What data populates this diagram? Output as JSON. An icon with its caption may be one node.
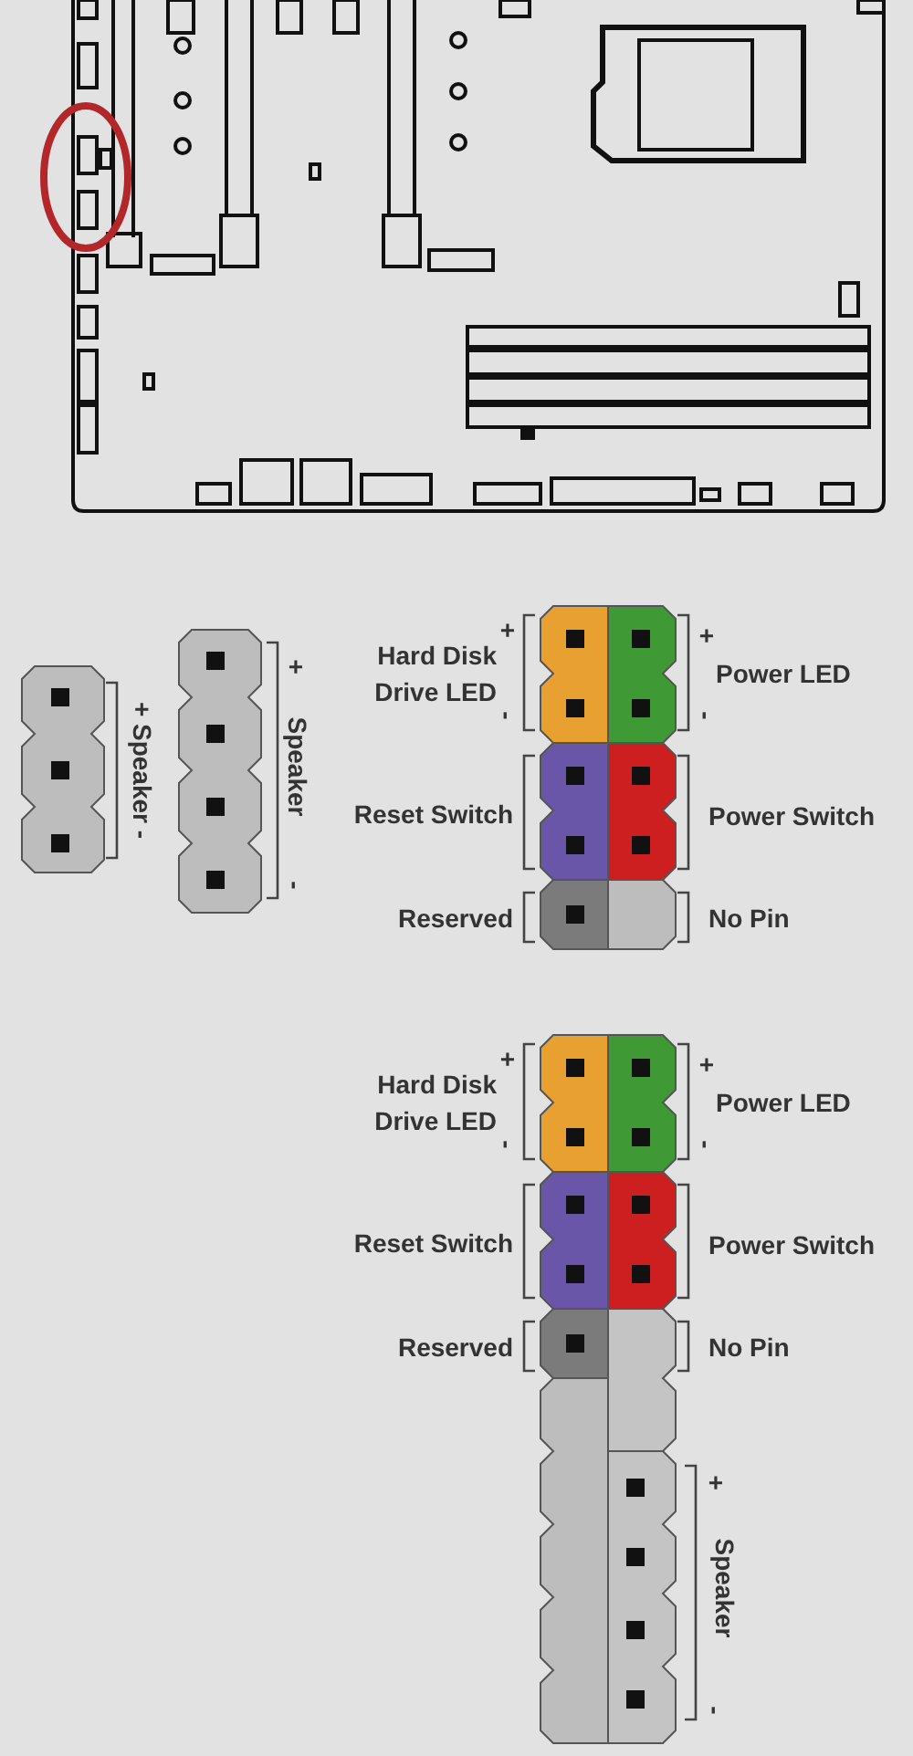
{
  "diagram": {
    "labels": [
      "+ Speaker -",
      "+",
      "Speaker",
      "-",
      "Hard Disk Drive LED",
      "+",
      "-",
      "Power LED",
      "+",
      "-",
      "Reset Switch",
      "Power Switch",
      "Reserved",
      "No Pin",
      "Hard Disk Drive LED",
      "+",
      "-",
      "Power LED",
      "+",
      "-",
      "Reset Switch",
      "Power Switch",
      "Reserved",
      "No Pin",
      "+",
      "Speaker",
      "-"
    ]
  }
}
